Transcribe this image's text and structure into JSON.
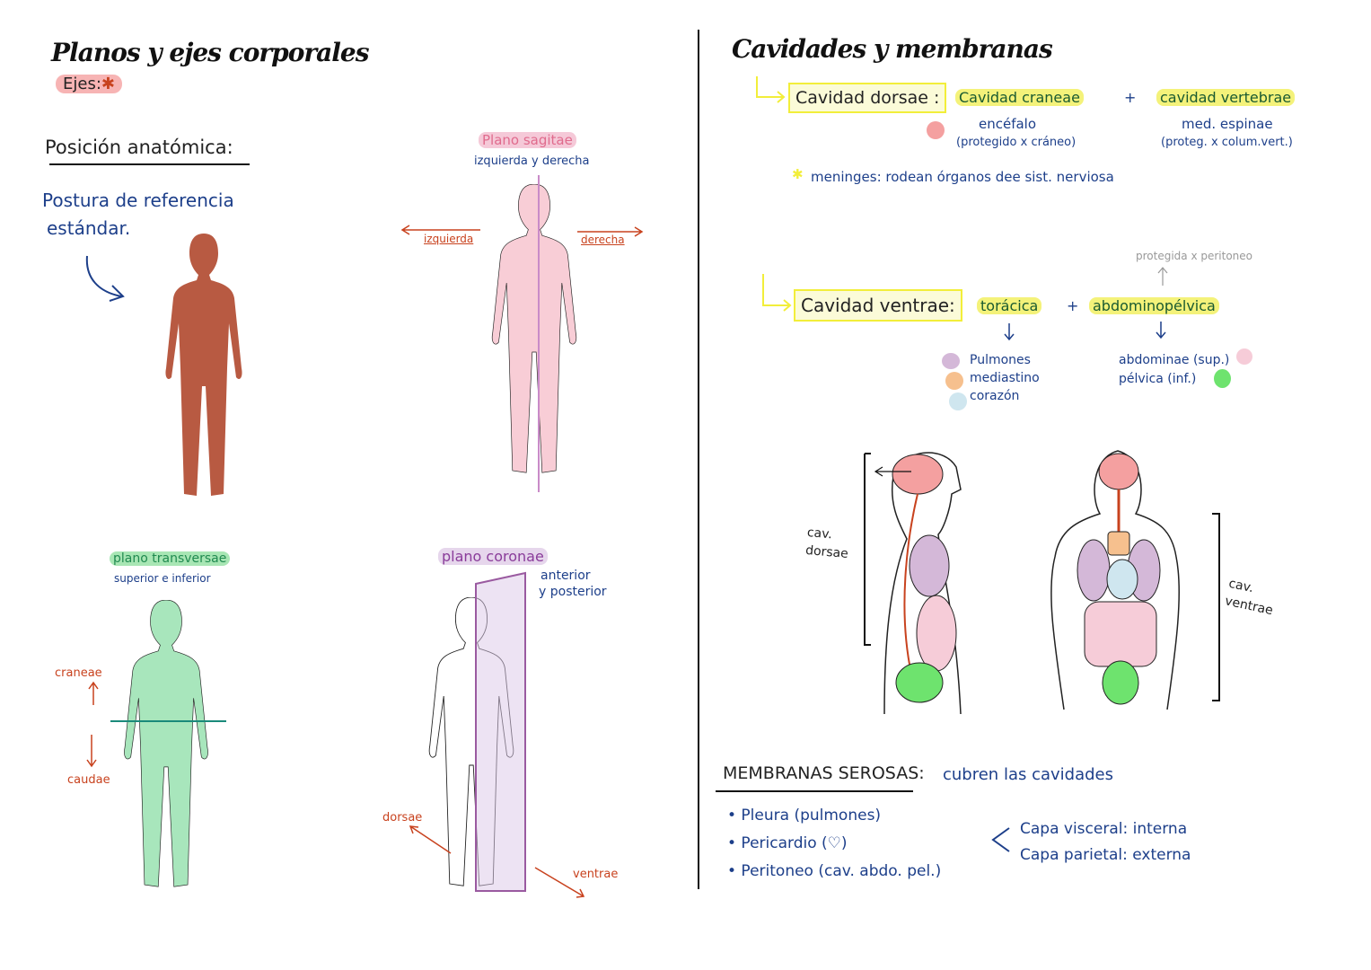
{
  "left": {
    "title": "Planos y ejes corporales",
    "ejes_label": "Ejes:",
    "posicion_heading": "Posición anatómica:",
    "posicion_desc_line1": "Postura de referencia",
    "posicion_desc_line2": "estándar.",
    "sagital": {
      "title": "Plano sagitae",
      "subtitle": "izquierda y derecha",
      "left_label": "izquierda",
      "right_label": "derecha"
    },
    "transversal": {
      "title": "plano transversae",
      "subtitle": "superior e inferior",
      "top_label": "craneae",
      "bottom_label": "caudae"
    },
    "coronal": {
      "title": "plano coronae",
      "subtitle_line1": "anterior",
      "subtitle_line2": "y posterior",
      "back_label": "dorsae",
      "front_label": "ventrae"
    }
  },
  "right": {
    "title": "Cavidades y membranas",
    "dorsal": {
      "label": "Cavidad dorsae :",
      "craneal": "Cavidad craneae",
      "vertebral": "cavidad vertebrae",
      "plus": "+",
      "craneal_content": "encéfalo",
      "craneal_note": "(protegido x cráneo)",
      "vertebral_content": "med. espinae",
      "vertebral_note": "(proteg. x colum.vert.)",
      "meninges": "meninges: rodean órganos dee sist. nerviosa"
    },
    "ventral": {
      "label": "Cavidad ventrae:",
      "toracica": "torácica",
      "abdominopelvica": "abdominopélvica",
      "plus": "+",
      "peritoneo_note": "protegida x peritoneo",
      "toracica_items": [
        "Pulmones",
        "mediastino",
        "corazón"
      ],
      "abdomino_items": [
        "abdominae (sup.)",
        "pélvica (inf.)"
      ]
    },
    "diagram": {
      "dorsal_label_line1": "cav.",
      "dorsal_label_line2": "dorsae",
      "ventral_label_line1": "cav.",
      "ventral_label_line2": "ventrae"
    },
    "membranas": {
      "heading": "MEMBRANAS SEROSAS:",
      "desc": "cubren las cavidades",
      "items": [
        "• Pleura (pulmones)",
        "• Pericardio (♡)",
        "• Peritoneo (cav. abdo. pel.)"
      ],
      "capas": [
        "Capa visceral: interna",
        "Capa parietal: externa"
      ]
    }
  },
  "colors": {
    "pulmones": "#d4b8d8",
    "mediastino": "#f6c08e",
    "corazon": "#cfe6ef",
    "abdominal": "#f6ccd8",
    "pelvica": "#6ee36e",
    "encefalo": "#f4a0a0"
  }
}
